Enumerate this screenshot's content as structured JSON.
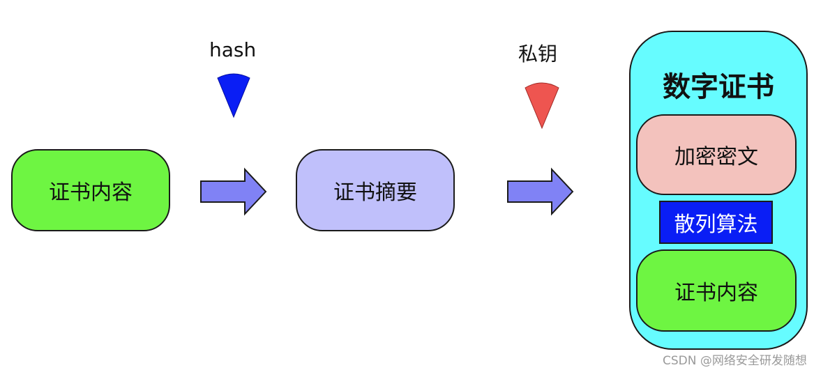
{
  "flow": {
    "step1": {
      "label": "证书内容",
      "color": "#6ef542"
    },
    "arrow1": {
      "label": "hash",
      "marker_icon": "blue-wedge",
      "marker_color": "#0a1ef5"
    },
    "step2": {
      "label": "证书摘要",
      "color": "#c0c0fb"
    },
    "arrow2": {
      "label": "私钥",
      "marker_icon": "red-wedge",
      "marker_color": "#ee5550"
    },
    "arrow_color": "#8082f5"
  },
  "certificate": {
    "title": "数字证书",
    "container_color": "#66fcff",
    "encrypted": {
      "label": "加密密文",
      "color": "#f3c2bd"
    },
    "algorithm": {
      "label": "散列算法",
      "color": "#0a1ef5",
      "text_color": "#ffffff"
    },
    "content": {
      "label": "证书内容",
      "color": "#6ef542"
    }
  },
  "watermark": "CSDN @网络安全研发随想"
}
